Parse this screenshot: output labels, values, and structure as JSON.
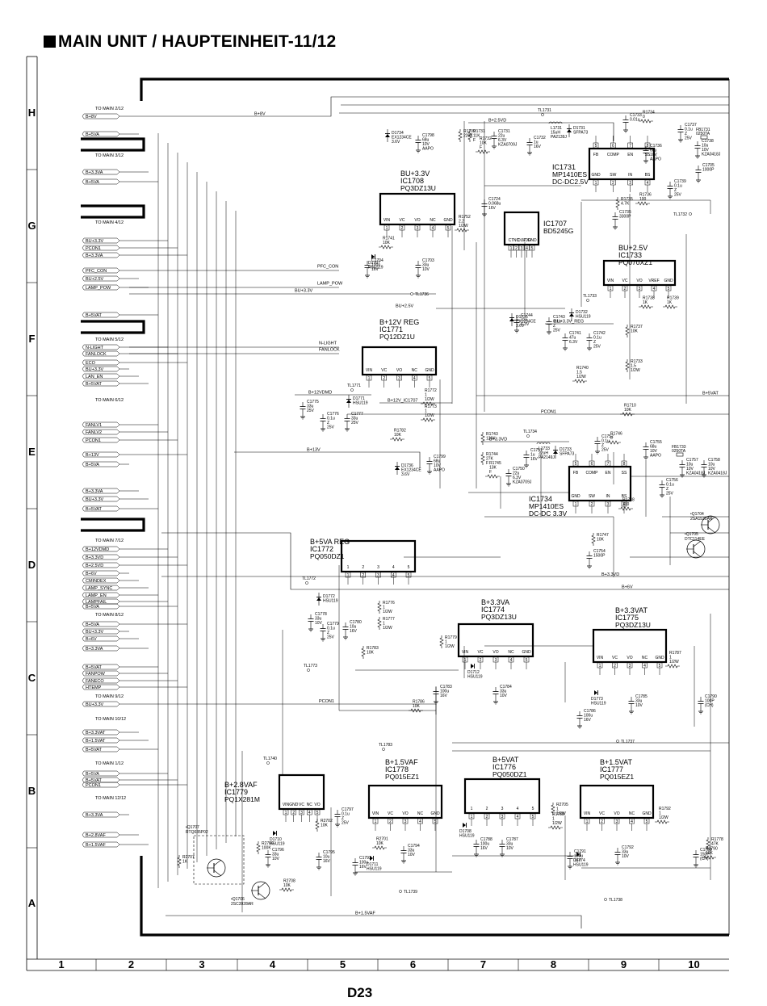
{
  "sheet": {
    "title": "MAIN UNIT / HAUPTEINHEIT-11/12",
    "page_number": "D23"
  },
  "frame": {
    "rows": [
      "H",
      "G",
      "F",
      "E",
      "D",
      "C",
      "B",
      "A"
    ],
    "columns": [
      "1",
      "2",
      "3",
      "4",
      "5",
      "6",
      "7",
      "8",
      "9",
      "10"
    ]
  },
  "connectors": {
    "to_main_2": "TO MAIN 2/12",
    "to_main_3": "TO MAIN 3/12",
    "to_main_4": "TO MAIN 4/12",
    "to_main_5": "TO MAIN 5/12",
    "to_main_6": "TO MAIN 6/12",
    "to_main_7": "TO MAIN 7/12",
    "to_main_8": "TO MAIN 8/12",
    "to_main_9": "TO MAIN 9/12",
    "to_main_10": "TO MAIN 10/12",
    "to_main_1": "TO MAIN 1/12",
    "to_main_12": "TO MAIN 12/12"
  },
  "ports": [
    "B+8V",
    "B+5VA",
    "B+3.3VA",
    "B+5VA",
    "BU+3.3V",
    "PCON1",
    "B+3.3VA",
    "PFC_CON",
    "BU+2.5V",
    "LAMP_POW",
    "B+5VAT",
    "N-LIGHT",
    "FANLOCK",
    "ECO",
    "BU+3.3V",
    "LAN_EN",
    "B+5VAT",
    "FANLV1",
    "FANLV2",
    "PCON1",
    "B+13V",
    "B+5VA",
    "B+3.3VA",
    "BU+3.3V",
    "B+5VAT",
    "B+12VDMD",
    "B+3.3VD",
    "B+2.5VD",
    "B+6V",
    "CMINDEX",
    "LAMP_SYNC",
    "LAMP_EN",
    "LAMPFAIL",
    "B+5VA",
    "B+5VA",
    "BU+3.3V",
    "B+6V",
    "B+3.3VA",
    "B+5VAT",
    "FANPOW",
    "FANECO",
    "HTEMP",
    "BU+3.3V",
    "B+3.3VAT",
    "B+1.5VAT",
    "B+5VAT",
    "B+5VA",
    "B+5VAT",
    "PCON1",
    "B+3.3VA",
    "B+2.8VAF",
    "B+1.5VAF"
  ],
  "ics": [
    {
      "role": "BU+3.3V",
      "ref": "IC1708",
      "part": "PQ3DZ13U",
      "pins": [
        "VIN",
        "VC",
        "VO",
        "NC",
        "GND"
      ]
    },
    {
      "role": "",
      "ref": "IC1707",
      "part": "BD5245G",
      "pins": [
        "CT",
        "NC",
        "OUT",
        "VDD",
        "GND"
      ]
    },
    {
      "role": "",
      "ref": "IC1731",
      "part": "MP1410ES",
      "extra": "DC-DC2.5V",
      "pins": [
        "GND",
        "SW",
        "IN",
        "BS",
        "FB",
        "COMP",
        "EN",
        "SS"
      ]
    },
    {
      "role": "BU+2.5V",
      "ref": "IC1733",
      "part": "PQ070XZ1",
      "pins": [
        "VIN",
        "VC",
        "VO",
        "VREF",
        "GND"
      ]
    },
    {
      "role": "B+12V REG",
      "ref": "IC1771",
      "part": "PQ12DZ1U",
      "pins": [
        "VIN",
        "VC",
        "VO",
        "NC",
        "GND"
      ]
    },
    {
      "role": "",
      "ref": "IC1734",
      "part": "MP1410ES",
      "extra": "DC-DC 3.3V",
      "pins": [
        "GND",
        "SW",
        "IN",
        "BS",
        "FB",
        "COMP",
        "EN",
        "SS"
      ]
    },
    {
      "role": "B+5VA REG",
      "ref": "IC1772",
      "part": "PQ050DZ1",
      "pins": [
        "1",
        "2",
        "3",
        "4",
        "5"
      ]
    },
    {
      "role": "B+3.3VA",
      "ref": "IC1774",
      "part": "PQ3DZ13U",
      "pins": [
        "VIN",
        "VC",
        "VO",
        "NC",
        "GND"
      ]
    },
    {
      "role": "B+3.3VAT",
      "ref": "IC1775",
      "part": "PQ3DZ13U",
      "pins": [
        "VIN",
        "VC",
        "VO",
        "NC",
        "GND"
      ]
    },
    {
      "role": "B+2.8VAF",
      "ref": "IC1779",
      "part": "PQ1X281M",
      "pins": [
        "VIN",
        "GND",
        "VC",
        "NC",
        "VO"
      ]
    },
    {
      "role": "B+1.5VAF",
      "ref": "IC1778",
      "part": "PQ015EZ1",
      "pins": [
        "VIN",
        "VC",
        "VO",
        "NC",
        "GND"
      ]
    },
    {
      "role": "B+5VAT",
      "ref": "IC1776",
      "part": "PQ050DZ1",
      "pins": [
        "1",
        "2",
        "3",
        "4",
        "5"
      ]
    },
    {
      "role": "B+1.5VAT",
      "ref": "IC1777",
      "part": "PQ015EZ1",
      "pins": [
        "VIN",
        "VC",
        "VO",
        "NC",
        "GND"
      ]
    }
  ],
  "nets": {
    "b8v": "B+8V",
    "b25vd": "B+2.5VD",
    "bu25v": "BU+2.5V",
    "b5vat": "B+5VAT",
    "pcon1": "PCON1",
    "b33vd": "B+3.3VD",
    "b13v": "B+13V",
    "b6v": "B+6V",
    "b15vaf": "B+1.5VAF",
    "b12vdmd": "B+12VDMD",
    "b12v_ic1707": "B+12V_IC1707",
    "bu33v_ic1733": "BU+3.3V_REG",
    "pfc_con": "PFC_CON",
    "lamp_pow": "LAMP_POW",
    "bu33v": "BU+3.3V",
    "nlight": "N-LIGHT",
    "fanlock": "FANLOCK"
  },
  "test_points": [
    "TL1731",
    "TL1733",
    "TL1736",
    "TL1732",
    "TL1771",
    "TL1734",
    "TL1772",
    "TL1773",
    "TL1740",
    "TL1783",
    "TL1737",
    "TL1739",
    "TL1738"
  ],
  "transistors": [
    {
      "ref": "Q1704",
      "part": "2SA1530AR"
    },
    {
      "ref": "Q1705",
      "part": "DTC114EE"
    },
    {
      "ref": "Q1706",
      "part": "2SC3928AR"
    },
    {
      "ref": "Q1707",
      "part": "RTQ035P02"
    }
  ],
  "components": [
    {
      "ref": "D1734",
      "v": "EX1234CE 3.6V"
    },
    {
      "ref": "C1798",
      "v": "68u 10V AAPO"
    },
    {
      "ref": "R1709",
      "v": "220K"
    },
    {
      "ref": "R1731",
      "v": "11K F"
    },
    {
      "ref": "R1732",
      "v": "10K F"
    },
    {
      "ref": "C1731",
      "v": "22u 6.3V KZA0709J"
    },
    {
      "ref": "C1732",
      "v": "1u 16V"
    },
    {
      "ref": "L1731",
      "v": "15uH PA2139J"
    },
    {
      "ref": "D1731",
      "v": "SFPA73"
    },
    {
      "ref": "C1733",
      "v": "0.01u"
    },
    {
      "ref": "R1734",
      "v": "0"
    },
    {
      "ref": "C1736",
      "v": "68u 10V AAPO"
    },
    {
      "ref": "C1737",
      "v": "0.1u Z 25V"
    },
    {
      "ref": "FB1731",
      "v": "0250TA"
    },
    {
      "ref": "C1738",
      "v": "10u 10V KZA0418J"
    },
    {
      "ref": "C1705",
      "v": "1000P"
    },
    {
      "ref": "C1739",
      "v": "0.1u Z 25V"
    },
    {
      "ref": "R1735",
      "v": "4.7K"
    },
    {
      "ref": "C1735",
      "v": "3300P"
    },
    {
      "ref": "R1736",
      "v": "100"
    },
    {
      "ref": "C1724",
      "v": "0.068u 16V"
    },
    {
      "ref": "R1752",
      "v": "2.2 1/2W"
    },
    {
      "ref": "R1741",
      "v": "10K"
    },
    {
      "ref": "C1704",
      "v": "100u 16V"
    },
    {
      "ref": "D1707",
      "v": "HSU119"
    },
    {
      "ref": "C1703",
      "v": "33u 10V"
    },
    {
      "ref": "D1735",
      "v": "EX1234CE 3.6V"
    },
    {
      "ref": "C1744",
      "v": "22u 6.3V"
    },
    {
      "ref": "C1743",
      "v": "0.1u Z 25V"
    },
    {
      "ref": "C1741",
      "v": "47u 6.3V"
    },
    {
      "ref": "C1742",
      "v": "0.1u Z 25V"
    },
    {
      "ref": "D1732",
      "v": "HSU119"
    },
    {
      "ref": "R1738",
      "v": "1K"
    },
    {
      "ref": "R1739",
      "v": "1K"
    },
    {
      "ref": "R1737",
      "v": "10K"
    },
    {
      "ref": "R1733",
      "v": "1.5 1/2W"
    },
    {
      "ref": "R1740",
      "v": "1.5 1/2W"
    },
    {
      "ref": "C1775",
      "v": "33u 25V"
    },
    {
      "ref": "D1771",
      "v": "HSU119"
    },
    {
      "ref": "C1776",
      "v": "0.1u Z 25V"
    },
    {
      "ref": "C1777",
      "v": "33u 25V"
    },
    {
      "ref": "R1772",
      "v": "1 1/2W"
    },
    {
      "ref": "R1773",
      "v": "1 1/2W"
    },
    {
      "ref": "R1782",
      "v": "10K"
    },
    {
      "ref": "D1736",
      "v": "EX1234CE 3.6V"
    },
    {
      "ref": "C1799",
      "v": "68u 10V AAPO"
    },
    {
      "ref": "R1710",
      "v": "10K"
    },
    {
      "ref": "R1743",
      "v": "120K"
    },
    {
      "ref": "R1744",
      "v": "27K F"
    },
    {
      "ref": "R1745",
      "v": "13K F"
    },
    {
      "ref": "C1750",
      "v": "22u 6.3V KZA0709J"
    },
    {
      "ref": "C1751",
      "v": "1u 16V"
    },
    {
      "ref": "L1733",
      "v": "22uH PA2149J"
    },
    {
      "ref": "D1733",
      "v": "SFPA73"
    },
    {
      "ref": "C1752",
      "v": "0.1u Z 25V"
    },
    {
      "ref": "R1746",
      "v": "0"
    },
    {
      "ref": "C1755",
      "v": "68u 10V AAPO"
    },
    {
      "ref": "FB1733",
      "v": "0250TA"
    },
    {
      "ref": "C1757",
      "v": "10u 10V KZA0418J"
    },
    {
      "ref": "C1756",
      "v": "0.1u Z 25V"
    },
    {
      "ref": "C1758",
      "v": "10u 10V KZA0418J"
    },
    {
      "ref": "R1748",
      "v": "100"
    },
    {
      "ref": "R1747",
      "v": "10K"
    },
    {
      "ref": "C1754",
      "v": "1500P"
    },
    {
      "ref": "D1772",
      "v": "HSU119"
    },
    {
      "ref": "R1776",
      "v": "1 1/2W"
    },
    {
      "ref": "R1777",
      "v": "1 1/2W"
    },
    {
      "ref": "C1778",
      "v": "33u 10V"
    },
    {
      "ref": "C1779",
      "v": "0.1u Z 25V"
    },
    {
      "ref": "C1780",
      "v": "10u 16V"
    },
    {
      "ref": "R1783",
      "v": "10K"
    },
    {
      "ref": "R1779",
      "v": "1 1/2W"
    },
    {
      "ref": "D1712",
      "v": "HSU119"
    },
    {
      "ref": "C1783",
      "v": "100u 16V"
    },
    {
      "ref": "C1784",
      "v": "33u 10V"
    },
    {
      "ref": "R1786",
      "v": "10K"
    },
    {
      "ref": "R1787",
      "v": "1 1/2W"
    },
    {
      "ref": "D1773",
      "v": "HSU119"
    },
    {
      "ref": "C1785",
      "v": "33u 10V"
    },
    {
      "ref": "C1786",
      "v": "100u 16V"
    },
    {
      "ref": "C1790",
      "v": "100P (CH)"
    },
    {
      "ref": "C1797",
      "v": "0.1u Z 25V"
    },
    {
      "ref": "R2702",
      "v": "10K"
    },
    {
      "ref": "D1710",
      "v": "HSU119"
    },
    {
      "ref": "R2709",
      "v": "100K"
    },
    {
      "ref": "C1796",
      "v": "33u 10V"
    },
    {
      "ref": "C1795",
      "v": "10u 16V"
    },
    {
      "ref": "R2708",
      "v": "10K"
    },
    {
      "ref": "R2707",
      "v": "1K"
    },
    {
      "ref": "R2701",
      "v": "10K"
    },
    {
      "ref": "D1711",
      "v": "HSU119"
    },
    {
      "ref": "C1794",
      "v": "33u 10V"
    },
    {
      "ref": "C1793",
      "v": "100u 16V"
    },
    {
      "ref": "D1708",
      "v": "HSU119"
    },
    {
      "ref": "C1788",
      "v": "100u 16V"
    },
    {
      "ref": "C1787",
      "v": "33u 10V"
    },
    {
      "ref": "R2705",
      "v": "1 1/2W"
    },
    {
      "ref": "R1788",
      "v": "1 1/2W"
    },
    {
      "ref": "C1791",
      "v": "100u 16V"
    },
    {
      "ref": "D1774",
      "v": "HSU119"
    },
    {
      "ref": "C1792",
      "v": "33u 10V"
    },
    {
      "ref": "R1792",
      "v": "1 1/2W"
    },
    {
      "ref": "C1789",
      "v": "150P (CH)"
    },
    {
      "ref": "R1790",
      "v": "10K"
    },
    {
      "ref": "R1778",
      "v": "47K"
    }
  ]
}
